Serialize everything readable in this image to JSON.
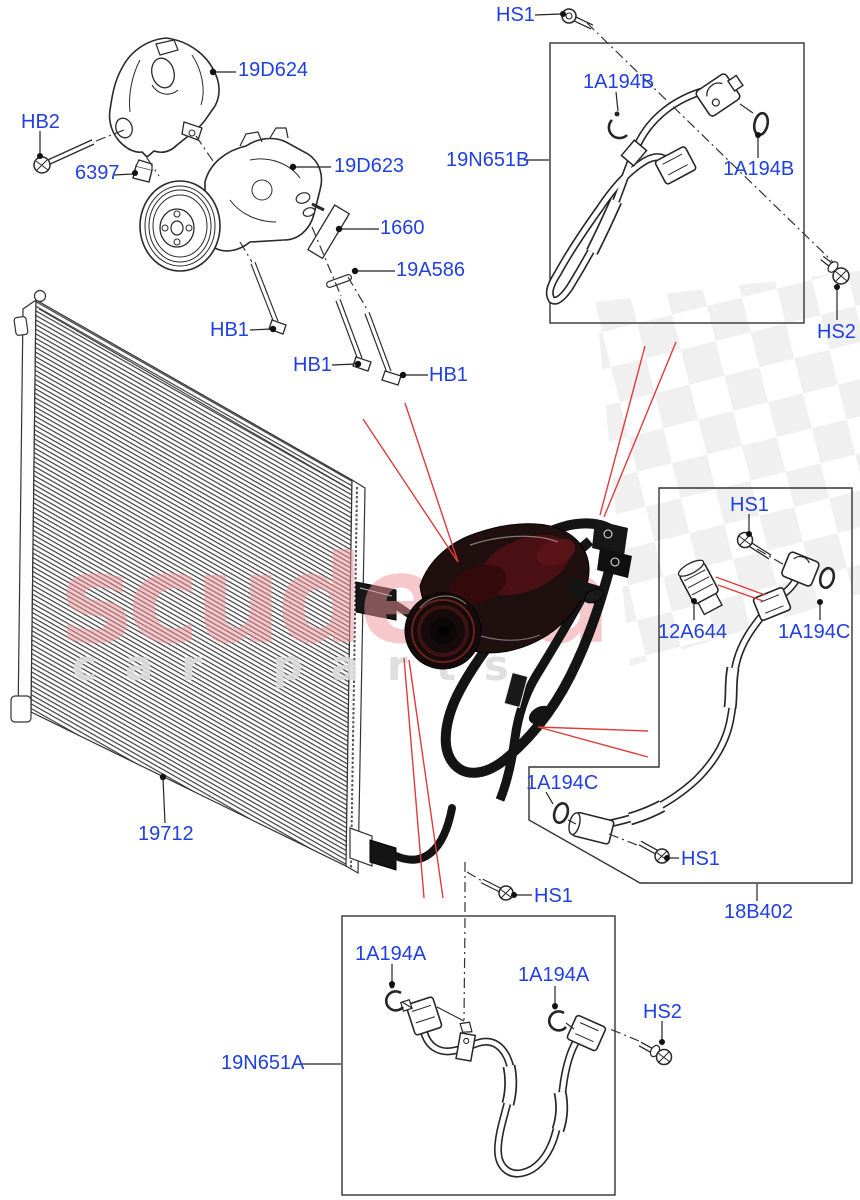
{
  "diagram": {
    "description": "Air conditioning compressor, condenser and hoses exploded parts diagram",
    "watermark": {
      "brand": "scuderia",
      "tagline": "car parts"
    },
    "colors": {
      "label_blue": "#2140e2",
      "leader_red": "#e13b3b",
      "line_black": "#2a2a2a",
      "watermark_pink": "#ef9398",
      "watermark_gray": "#dcdcdc"
    },
    "labels": {
      "hb2": "HB2",
      "n6397": "6397",
      "n19d624": "19D624",
      "n19d623": "19D623",
      "n1660": "1660",
      "n19a586": "19A586",
      "hb1_a": "HB1",
      "hb1_b": "HB1",
      "hb1_c": "HB1",
      "n19712": "19712",
      "hs1_top": "HS1",
      "n1a194b_a": "1A194B",
      "n19n651b": "19N651B",
      "n1a194b_b": "1A194B",
      "hs2_top": "HS2",
      "hs1_mid": "HS1",
      "n12a644": "12A644",
      "n1a194c_a": "1A194C",
      "n1a194c_b": "1A194C",
      "hs1_left": "HS1",
      "hs1_box2": "HS1",
      "n18b402": "18B402",
      "n1a194a_a": "1A194A",
      "n1a194a_b": "1A194A",
      "hs2_bottom": "HS2",
      "n19n651a": "19N651A"
    }
  }
}
